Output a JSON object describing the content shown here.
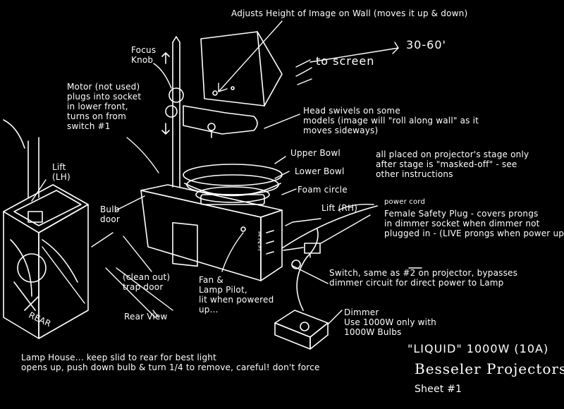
{
  "labels": {
    "adjusts_height": "Adjusts Height of Image on Wall (moves it up & down)",
    "to_screen": "to screen",
    "distance": "30-60'",
    "focus_knob": "Focus\nKnob",
    "motor": "Motor (not used)\nplugs into socket\nin lower front,\nturns on from\nswitch #1",
    "head_swivels": "Head swivels on some\nmodels (image will \"roll along wall\" as it\nmoves sideways)",
    "upper_bowl": "Upper Bowl",
    "lower_bowl": "Lower Bowl",
    "foam_circle": "Foam circle",
    "stage_note": "all placed on projector's stage only\nafter stage is \"masked-off\" - see\nother instructions",
    "power_cord": "power cord",
    "lift_lh": "Lift\n(LH)",
    "lift_rh": "Lift (RH)",
    "bulb_door": "Bulb\ndoor",
    "safety_plug": "Female Safety Plug - covers prongs\nin dimmer socket when dimmer not\nplugged in - (LIVE prongs when power up)",
    "switch_note": "Switch, same as #2 on projector, bypasses\ndimmer circuit for direct power to Lamp",
    "clean_out": "(clean out)\ntrap door",
    "fan_lamp": "Fan &\nLamp Pilot,\nlit when powered\nup...",
    "rear_view": "Rear View",
    "rear": "REAR",
    "dimmer": "Dimmer\nUse 1000W only with\n1000W Bulbs",
    "lamp_house": "Lamp House... keep slid to rear for best light\nopens up, push down bulb & turn 1/4 to remove, careful! don't force",
    "switch_numbers": "1\n2\n3",
    "liquid": "\"LIQUID\" 1000W (10A)",
    "besseler": "Besseler Projectors",
    "sheet": "Sheet #1"
  }
}
